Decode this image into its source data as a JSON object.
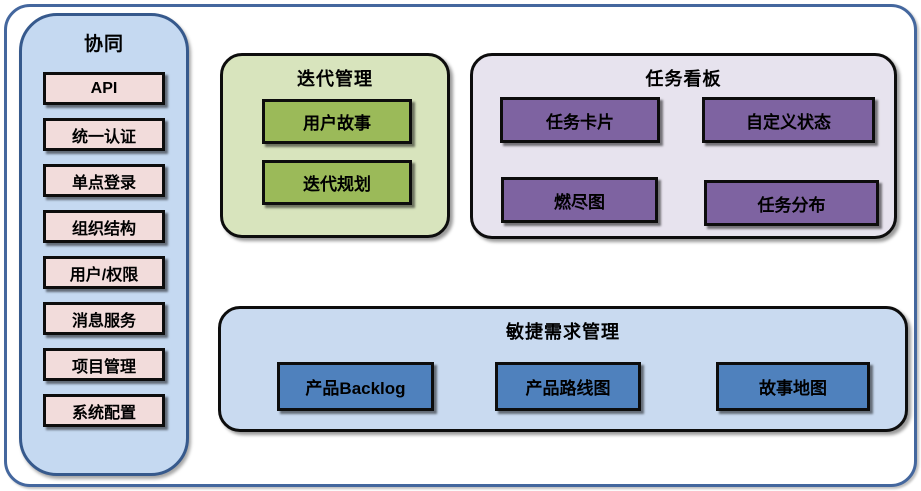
{
  "colors": {
    "frame_border": "#44679e",
    "sidebar_fill": "#c5d9f1",
    "sidebar_border": "#36598c",
    "collab_item_fill": "#f2dcdb",
    "iteration_fill": "#d8e4bd",
    "iteration_item_fill": "#9bba59",
    "kanban_fill": "#e7e3ee",
    "kanban_item_fill": "#7e63a1",
    "agile_fill": "#c9daf0",
    "agile_item_fill": "#4f81bd",
    "node_border": "#0d0d0d",
    "text": "#000000"
  },
  "sidebar": {
    "title": "协同",
    "items": [
      {
        "label": "API"
      },
      {
        "label": "统一认证"
      },
      {
        "label": "单点登录"
      },
      {
        "label": "组织结构"
      },
      {
        "label": "用户/权限"
      },
      {
        "label": "消息服务"
      },
      {
        "label": "项目管理"
      },
      {
        "label": "系统配置"
      }
    ]
  },
  "groups": [
    {
      "title": "迭代管理",
      "items": [
        {
          "label": "用户故事"
        },
        {
          "label": "迭代规划"
        }
      ]
    },
    {
      "title": "任务看板",
      "items": [
        {
          "label": "任务卡片"
        },
        {
          "label": "自定义状态"
        },
        {
          "label": "燃尽图"
        },
        {
          "label": "任务分布"
        }
      ]
    },
    {
      "title": "敏捷需求管理",
      "items": [
        {
          "label": "产品Backlog"
        },
        {
          "label": "产品路线图"
        },
        {
          "label": "故事地图"
        }
      ]
    }
  ]
}
